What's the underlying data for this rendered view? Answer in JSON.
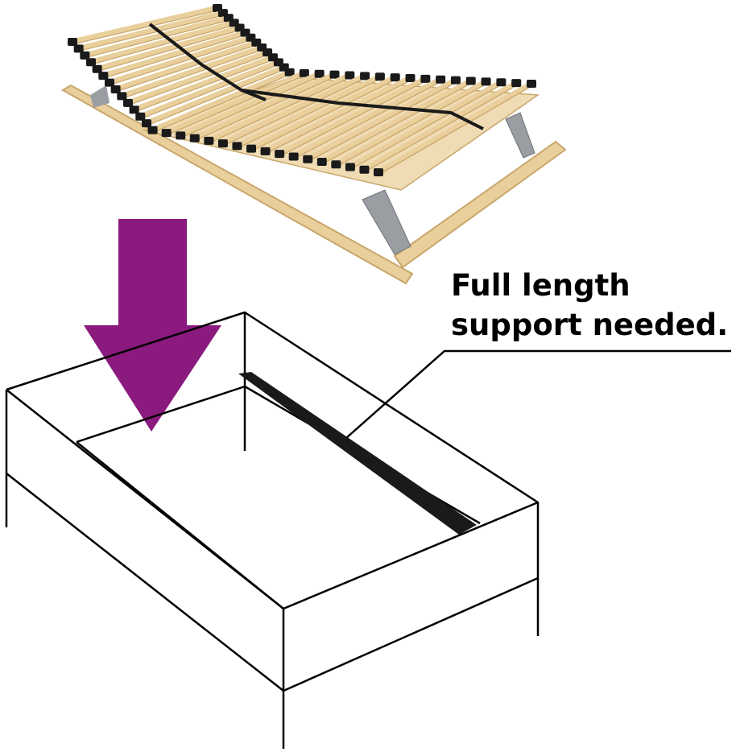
{
  "caption": {
    "line1": "Full length",
    "line2": "support needed."
  },
  "colors": {
    "arrow": "#8b1a7e",
    "outline": "#000000",
    "wood": "#e9cf9c",
    "wood_dark": "#c9a66b",
    "clip": "#1a1a1a",
    "metal": "#9a9ea3"
  },
  "icons": {
    "slatted_frame": "adjustable-slatted-bed-frame",
    "arrow": "down-arrow",
    "bed_box": "bed-frame-box",
    "support_beam": "center-support-beam"
  }
}
